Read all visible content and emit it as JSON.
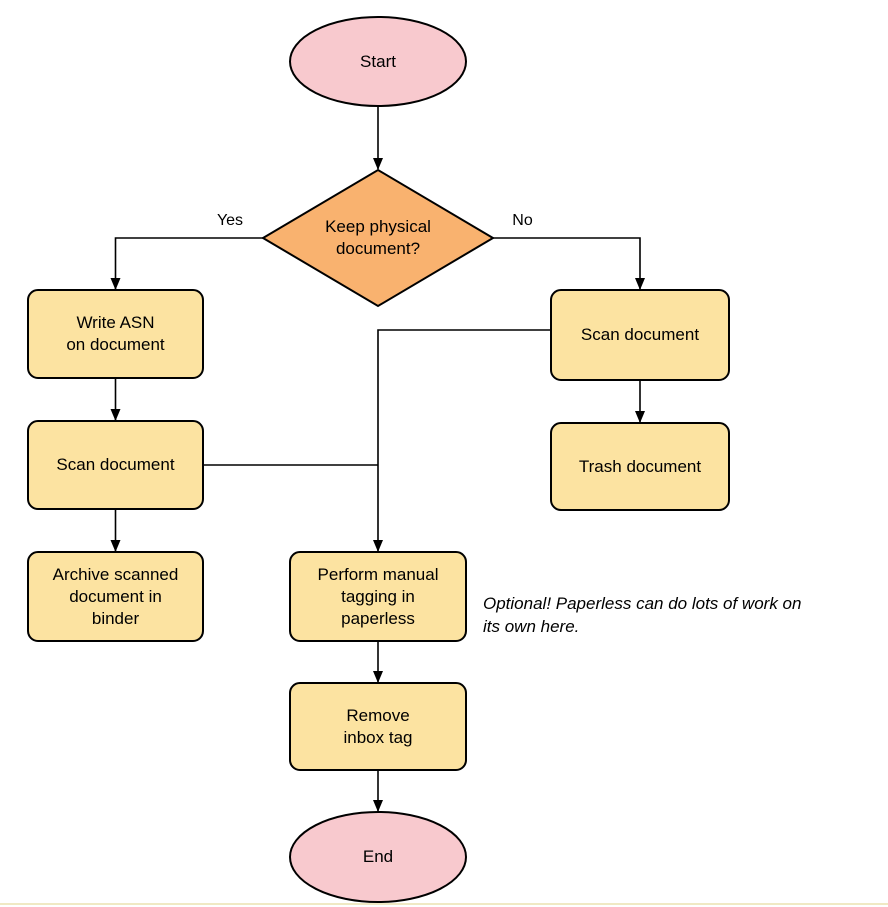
{
  "colors": {
    "terminal_fill": "#f8c9ce",
    "decision_fill": "#f9b26f",
    "process_fill": "#fce3a1",
    "stroke": "#000000"
  },
  "nodes": {
    "start": {
      "label": "Start"
    },
    "decision": {
      "label": "Keep physical\ndocument?"
    },
    "write_asn": {
      "label": "Write ASN\non document"
    },
    "scan_left": {
      "label": "Scan document"
    },
    "archive": {
      "label": "Archive scanned\ndocument in\nbinder"
    },
    "scan_right": {
      "label": "Scan document"
    },
    "trash": {
      "label": "Trash document"
    },
    "tagging": {
      "label": "Perform manual\ntagging in\npaperless"
    },
    "remove_inbox": {
      "label": "Remove\ninbox tag"
    },
    "end": {
      "label": "End"
    }
  },
  "edge_labels": {
    "yes": "Yes",
    "no": "No"
  },
  "annotation": "Optional! Paperless can do lots of work on\nits own here."
}
